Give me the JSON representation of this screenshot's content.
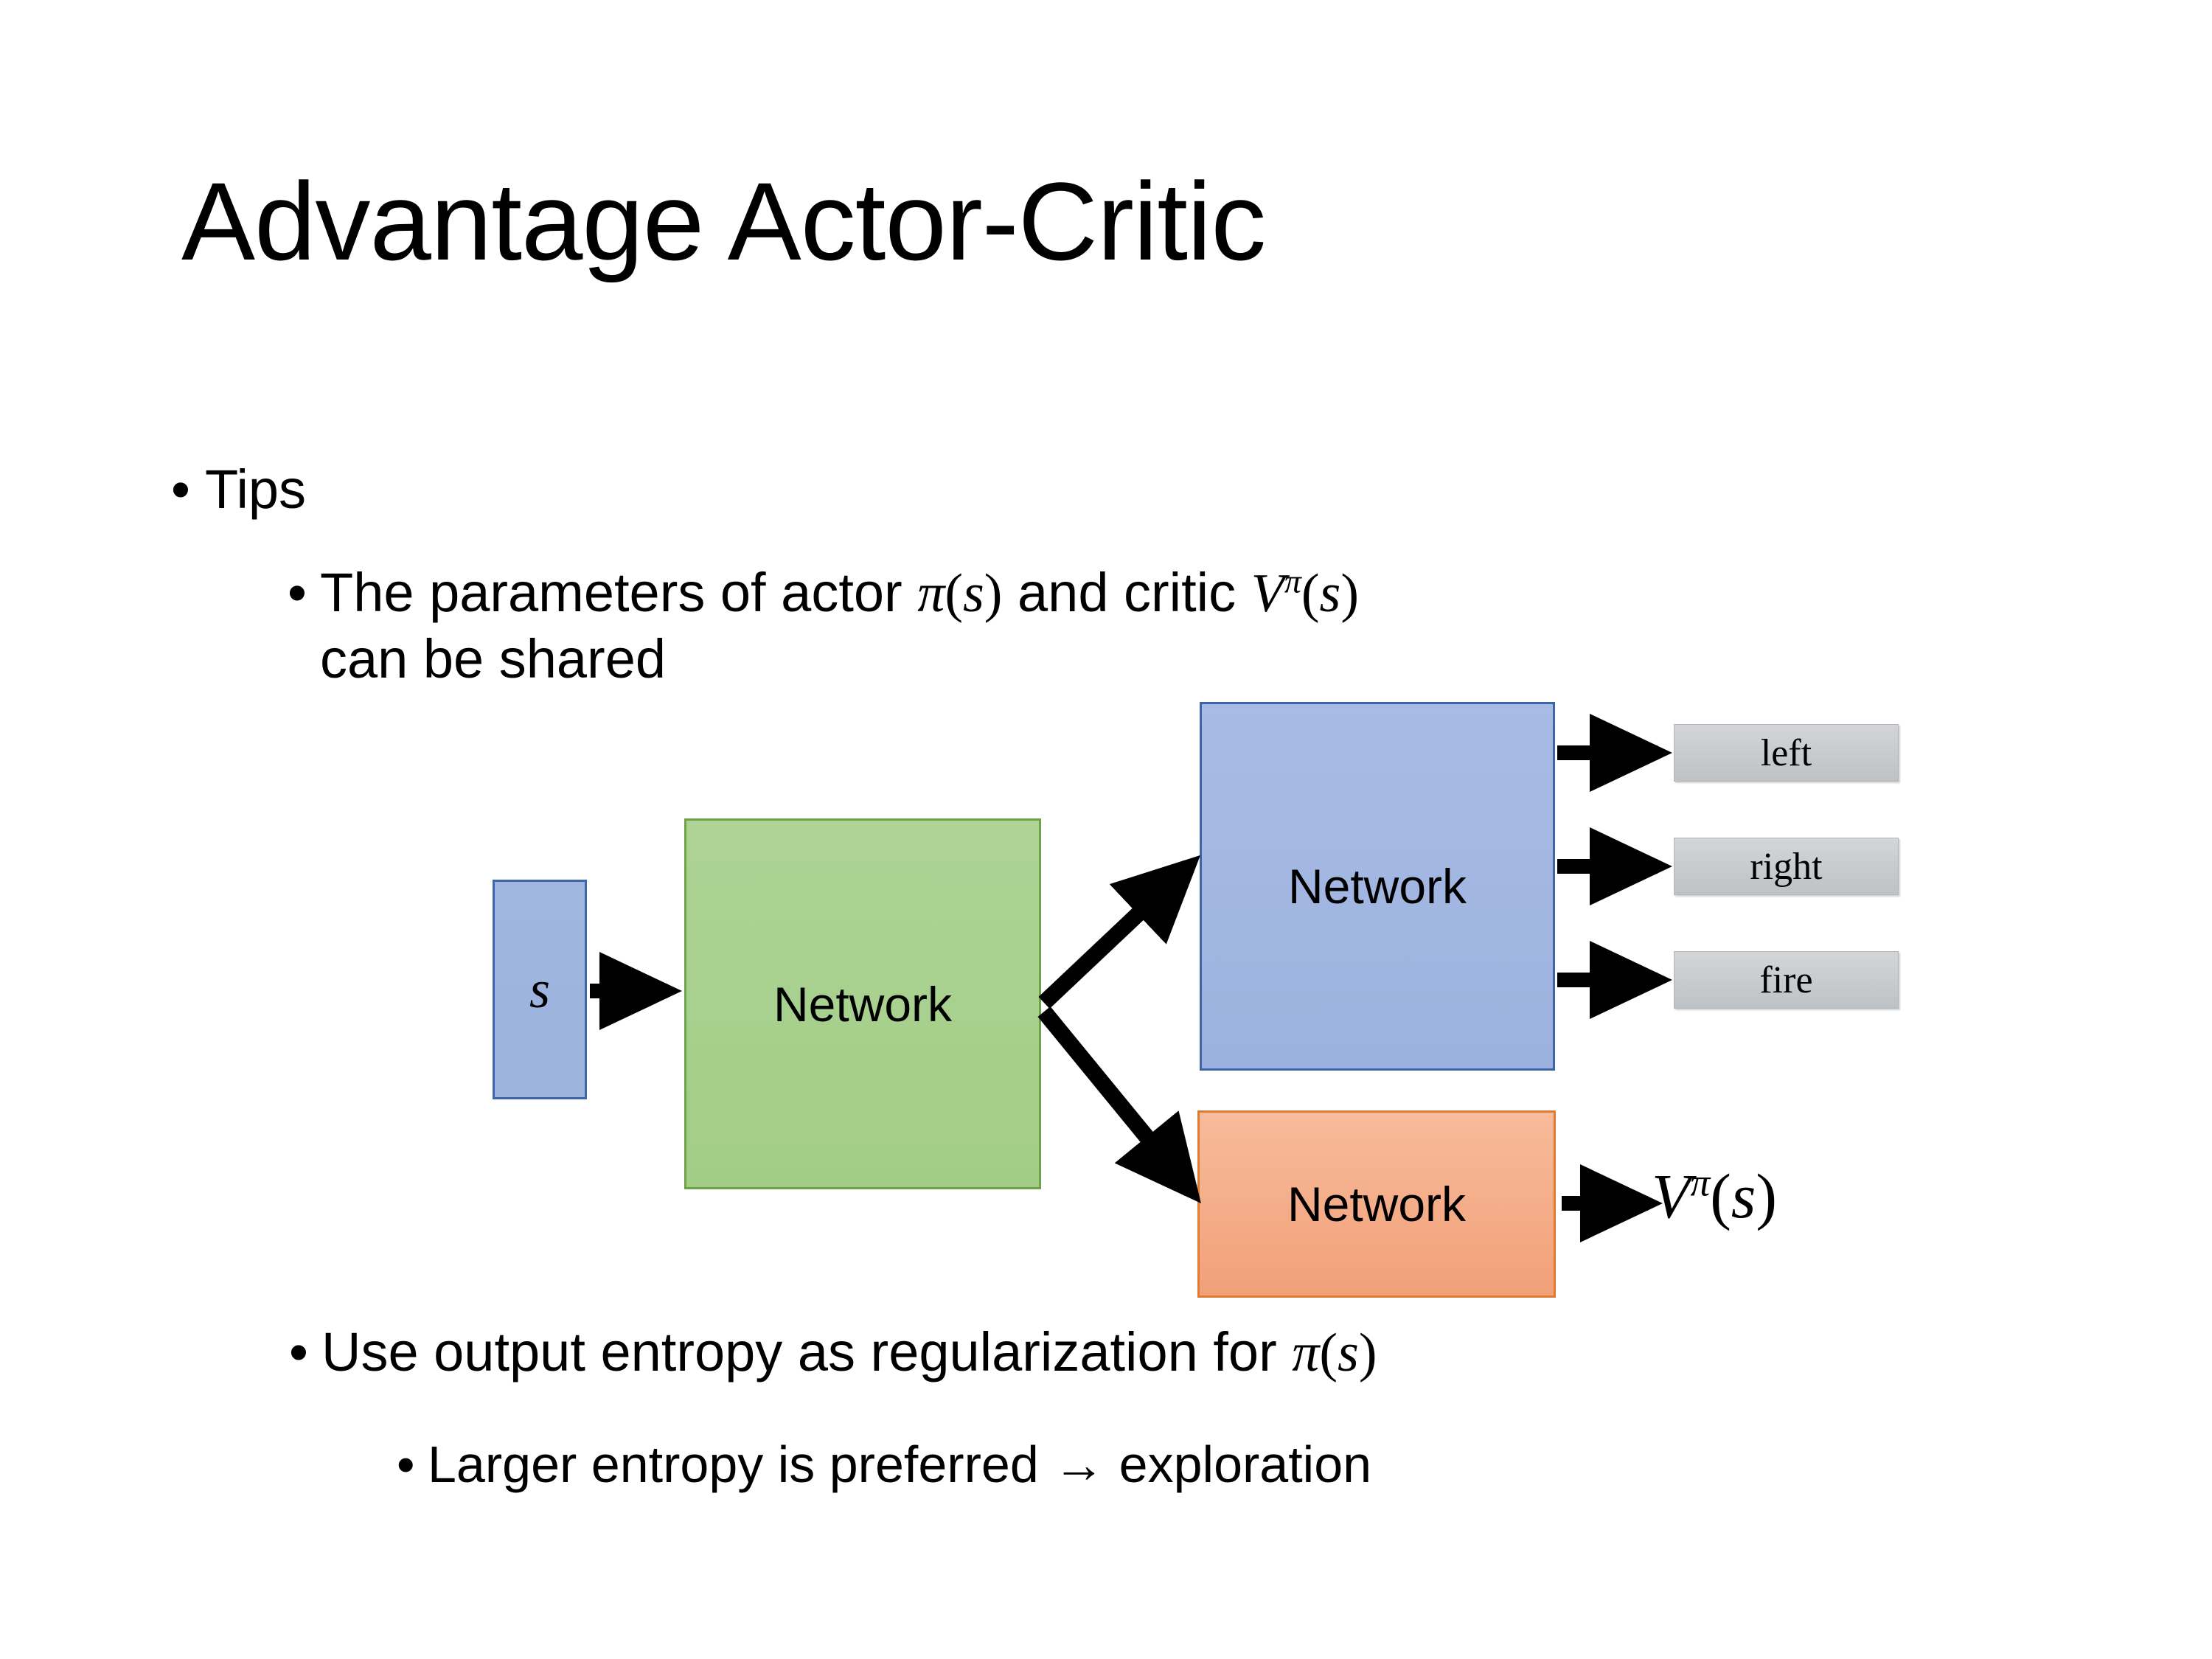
{
  "slide": {
    "title": "Advantage Actor-Critic",
    "background": "#ffffff"
  },
  "bullets": [
    {
      "level": 1,
      "marker": "•",
      "text": "Tips"
    },
    {
      "level": 2,
      "marker": "•",
      "text_parts": {
        "a": "The parameters of actor ",
        "pi": "π",
        "paren_open": "(",
        "s1": "s",
        "paren_close": ")",
        "b": "  and critic ",
        "V": "V",
        "sup_pi": "π",
        "paren_open2": "(",
        "s2": "s",
        "paren_close2": ")",
        "line2": "can be shared"
      },
      "plain": "The parameters of actor π(s)  and critic Vπ(s) can be shared"
    },
    {
      "level": 2,
      "marker": "•",
      "text_parts": {
        "a": "Use output entropy as regularization for ",
        "pi": "π",
        "paren_open": "(",
        "s1": "s",
        "paren_close": ")"
      },
      "plain": "Use output entropy as regularization for π(s)"
    },
    {
      "level": 3,
      "marker": "•",
      "text": "Larger entropy is preferred → exploration"
    }
  ],
  "diagram": {
    "input_box": {
      "label": "s",
      "fill": "#9cb3de",
      "border": "#3f64ab"
    },
    "shared_network": {
      "label": "Network",
      "fill": "#a8d08d",
      "border": "#6fa34a"
    },
    "actor_network": {
      "label": "Network",
      "fill": "#9cb2de",
      "border": "#3f64ab"
    },
    "critic_network": {
      "label": "Network",
      "fill": "#f4a878",
      "border": "#e07b33"
    },
    "action_outputs": [
      {
        "label": "left",
        "fill": "#c8cacd"
      },
      {
        "label": "right",
        "fill": "#c8cacd"
      },
      {
        "label": "fire",
        "fill": "#c8cacd"
      }
    ],
    "value_output": {
      "V": "V",
      "sup_pi": "π",
      "paren_open": "(",
      "s": "s",
      "paren_close": ")",
      "plain": "Vπ(s)"
    },
    "arrow_color": "#000000"
  }
}
